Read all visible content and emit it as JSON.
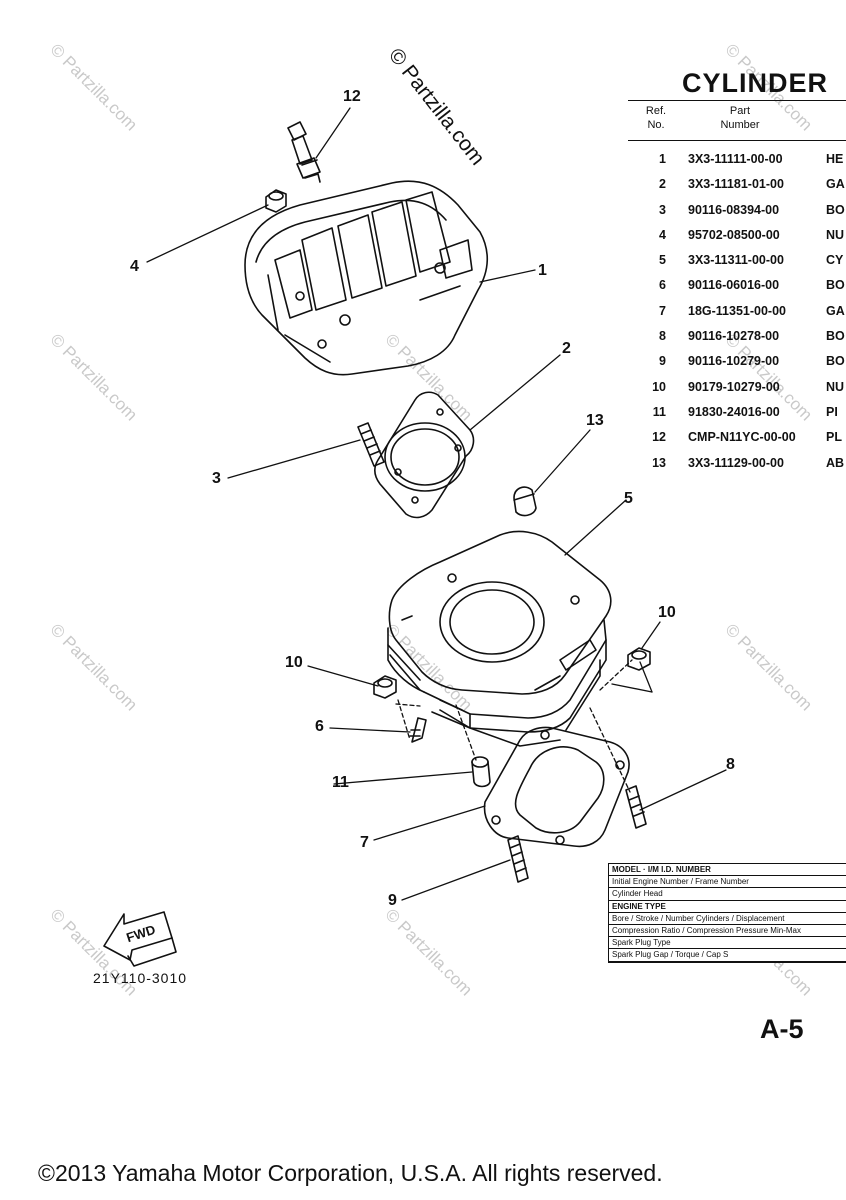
{
  "title": "CYLINDER",
  "watermark": "© Partzilla.com",
  "watermark_small": "© Partzilla.com",
  "table_headers": {
    "ref": "Ref.\nNo.",
    "part": "Part\nNumber"
  },
  "parts": [
    {
      "ref": "1",
      "part_number": "3X3-11111-00-00",
      "desc": "HE"
    },
    {
      "ref": "2",
      "part_number": "3X3-11181-01-00",
      "desc": "GA"
    },
    {
      "ref": "3",
      "part_number": "90116-08394-00",
      "desc": "BO"
    },
    {
      "ref": "4",
      "part_number": "95702-08500-00",
      "desc": "NU"
    },
    {
      "ref": "5",
      "part_number": "3X3-11311-00-00",
      "desc": "CY"
    },
    {
      "ref": "6",
      "part_number": "90116-06016-00",
      "desc": "BO"
    },
    {
      "ref": "7",
      "part_number": "18G-11351-00-00",
      "desc": "GA"
    },
    {
      "ref": "8",
      "part_number": "90116-10278-00",
      "desc": "BO"
    },
    {
      "ref": "9",
      "part_number": "90116-10279-00",
      "desc": "BO"
    },
    {
      "ref": "10",
      "part_number": "90179-10279-00",
      "desc": "NU"
    },
    {
      "ref": "11",
      "part_number": "91830-24016-00",
      "desc": "PI"
    },
    {
      "ref": "12",
      "part_number": "CMP-N11YC-00-00",
      "desc": "PL"
    },
    {
      "ref": "13",
      "part_number": "3X3-11129-00-00",
      "desc": "AB"
    }
  ],
  "callouts": {
    "c1": "1",
    "c2": "2",
    "c3": "3",
    "c4": "4",
    "c5": "5",
    "c6": "6",
    "c7": "7",
    "c8": "8",
    "c9": "9",
    "c10a": "10",
    "c10b": "10",
    "c11": "11",
    "c12": "12",
    "c13": "13"
  },
  "fwd_label": "FWD",
  "diagram_code": "21Y110-3010",
  "spec_rows": [
    "MODEL · I/M I.D. NUMBER",
    "Initial Engine Number / Frame Number",
    "Cylinder Head",
    "ENGINE TYPE",
    "Bore / Stroke / Number Cylinders / Displacement",
    "Compression Ratio / Compression Pressure Min-Max",
    "Spark Plug Type",
    "Spark Plug Gap / Torque / Cap S"
  ],
  "page_number": "A-5",
  "footer": "©2013 Yamaha Motor Corporation, U.S.A. All rights reserved.",
  "colors": {
    "ink": "#111111",
    "watermark": "#c9c9c9",
    "background": "#ffffff"
  }
}
